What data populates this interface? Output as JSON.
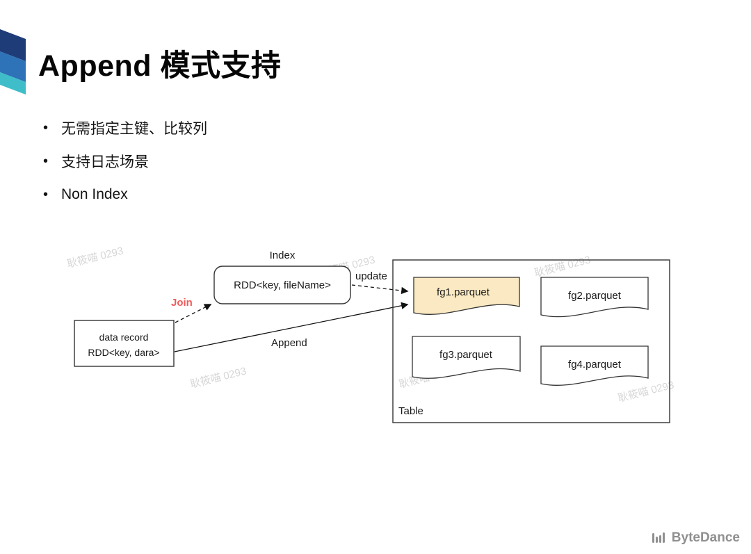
{
  "slide": {
    "title": "Append 模式支持",
    "bullets": [
      {
        "label": "无需指定主键、比较列"
      },
      {
        "label": "支持日志场景"
      },
      {
        "label": "Non Index"
      }
    ]
  },
  "diagram": {
    "index_label": "Index",
    "index_node_label": "RDD<key, fileName>",
    "join_label": "Join",
    "update_label": "update",
    "append_label": "Append",
    "data_record": {
      "line1": "data record",
      "line2": "RDD<key, dara>"
    },
    "table_label": "Table",
    "files": [
      {
        "name": "fg1.parquet",
        "highlighted": true
      },
      {
        "name": "fg2.parquet",
        "highlighted": false
      },
      {
        "name": "fg3.parquet",
        "highlighted": false
      },
      {
        "name": "fg4.parquet",
        "highlighted": false
      }
    ],
    "colors": {
      "highlight_fill": "#fbe9c3",
      "join_label_color": "#f05a5a",
      "stroke": "#333333"
    }
  },
  "watermark": {
    "text": "耿筱喵 0293",
    "color": "#d6d6d6"
  },
  "decoration": {
    "colors": [
      "#1d3c78",
      "#2e72b8",
      "#3fbdc9"
    ]
  },
  "footer": {
    "brand": "ByteDance",
    "color": "#8f8f8f"
  }
}
